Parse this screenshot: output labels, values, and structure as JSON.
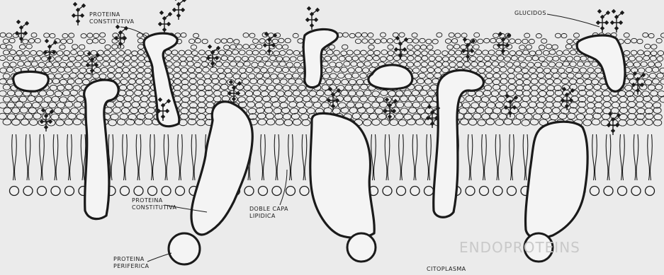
{
  "labels": {
    "glucidos": "GLUCIDOS",
    "proteina_constitutiva_top": "PROTEINA\nCONSTITUTIVA",
    "proteina_constitutiva_bottom": "PROTEINA\nCONSTITUTIVA",
    "proteina_periferica": "PROTEINA\nPERIFERICA",
    "doble_capa_lipidica": "DOBLE CAPA\nLIPIDICA",
    "citoplasma": "CITOPLASMA"
  },
  "bleed_through": {
    "endoproteins": "ENDOPROTEINS"
  },
  "colors": {
    "background": "#ebebeb",
    "ink": "#1a1a1a",
    "protein_fill": "#f4f4f4",
    "ghost": "#c9c9c9"
  }
}
